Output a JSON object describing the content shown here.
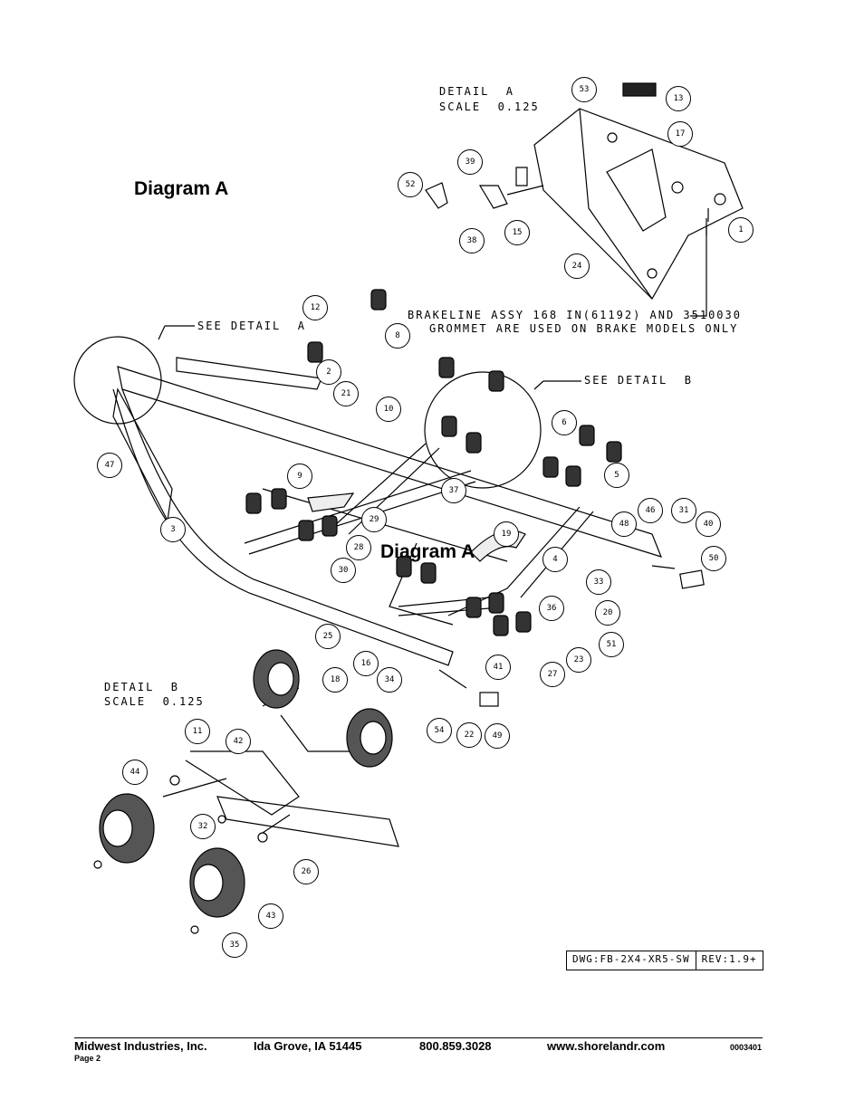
{
  "drawing": {
    "detail_a_title": "DETAIL  A",
    "detail_a_scale": "SCALE  0.125",
    "detail_b_title": "DETAIL  B",
    "detail_b_scale": "SCALE  0.125",
    "see_detail_a": "SEE DETAIL  A",
    "see_detail_b": "SEE DETAIL  B",
    "note_line1": "BRAKELINE ASSY 168 IN(61192) AND 3510030",
    "note_line2": "GROMMET ARE USED ON BRAKE MODELS ONLY",
    "diagram_label": "Diagram A",
    "diagram_label_overlay": "Diagram A",
    "dwg_number": "DWG:FB-2X4-XR5-SW",
    "revision": "REV:1.9+",
    "callouts": [
      "53",
      "13",
      "17",
      "39",
      "52",
      "15",
      "38",
      "24",
      "1",
      "12",
      "8",
      "2",
      "21",
      "10",
      "6",
      "47",
      "9",
      "5",
      "37",
      "29",
      "48",
      "46",
      "31",
      "40",
      "3",
      "28",
      "19",
      "4",
      "50",
      "30",
      "33",
      "20",
      "36",
      "51",
      "25",
      "23",
      "16",
      "27",
      "41",
      "34",
      "18",
      "54",
      "22",
      "49",
      "11",
      "42",
      "44",
      "32",
      "26",
      "43",
      "35"
    ]
  },
  "footer": {
    "company": "Midwest Industries, Inc.",
    "location": "Ida Grove, IA  51445",
    "phone": "800.859.3028",
    "website": "www.shorelandr.com",
    "doc_number": "0003401",
    "page": "Page 2"
  }
}
